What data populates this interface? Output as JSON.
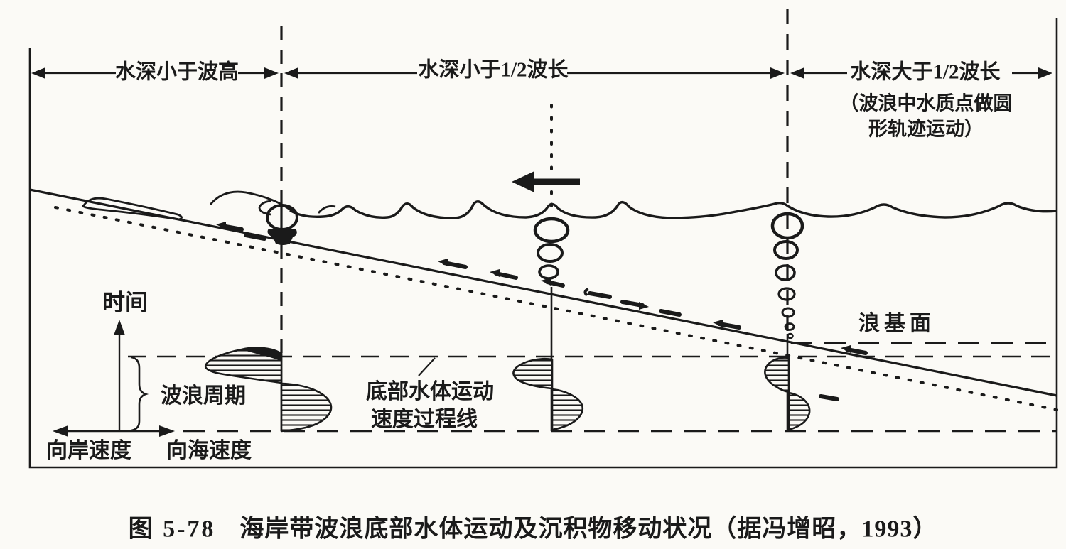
{
  "diagram": {
    "zones": [
      {
        "label": "水深小于波高"
      },
      {
        "label": "水深小于1/2波长"
      },
      {
        "label": "水深大于1/2波长",
        "sublabel_line1": "（波浪中水质点做圆",
        "sublabel_line2": "形轨迹运动）"
      }
    ],
    "annotations": {
      "wave_base": "浪基面",
      "time_axis": "时间",
      "wave_period": "波浪周期",
      "profile_label_line1": "底部水体运动",
      "profile_label_line2": "速度过程线",
      "onshore_velocity": "向岸速度",
      "seaward_velocity": "向海速度"
    },
    "colors": {
      "ink": "#1a1a1a",
      "paper": "#fbfaf6"
    }
  },
  "caption": {
    "figure_number": "图 5-78",
    "text": "海岸带波浪底部水体运动及沉积物移动状况（据冯增昭，1993）"
  }
}
